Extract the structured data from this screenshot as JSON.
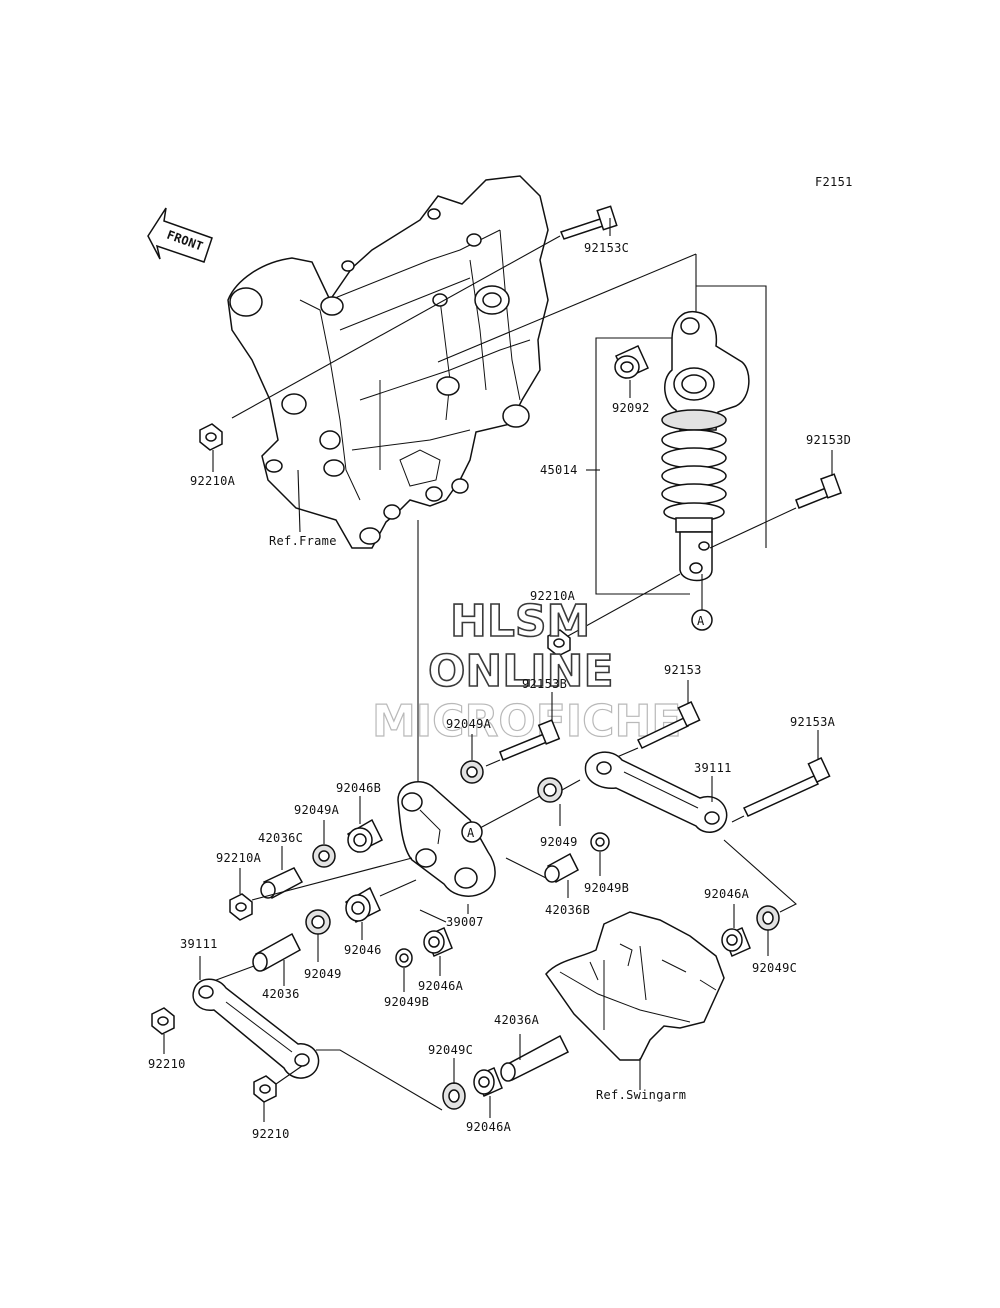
{
  "figure_code": "F2151",
  "front_label": "FRONT",
  "watermark": {
    "line1": "HLSM",
    "line2": "ONLINE",
    "line3": "MICROFICHE"
  },
  "callout_marker": "A",
  "refs": {
    "frame": "Ref.Frame",
    "swingarm": "Ref.Swingarm"
  },
  "parts": {
    "p92153C": "92153C",
    "p92153D": "92153D",
    "p92092": "92092",
    "p45014": "45014",
    "p92210A_frame": "92210A",
    "p92210A_shock": "92210A",
    "p92153B": "92153B",
    "p92153": "92153",
    "p92153A": "92153A",
    "p92049A_top": "92049A",
    "p39111_right": "39111",
    "p92046B": "92046B",
    "p92049A_left": "92049A",
    "p42036C": "42036C",
    "p92210A_left": "92210A",
    "p92049": "92049",
    "p92049B_right": "92049B",
    "p42036B": "42036B",
    "p39007": "39007",
    "p92046": "92046",
    "p92046A_right": "92046A",
    "p92049C_right": "92049C",
    "p39111_left": "39111",
    "p92049_left": "92049",
    "p42036": "42036",
    "p92049B_left": "92049B",
    "p92046A_mid": "92046A",
    "p42036A": "42036A",
    "p92049C_bottom": "92049C",
    "p92046A_bottom": "92046A",
    "p92210_top": "92210",
    "p92210_bottom": "92210"
  }
}
